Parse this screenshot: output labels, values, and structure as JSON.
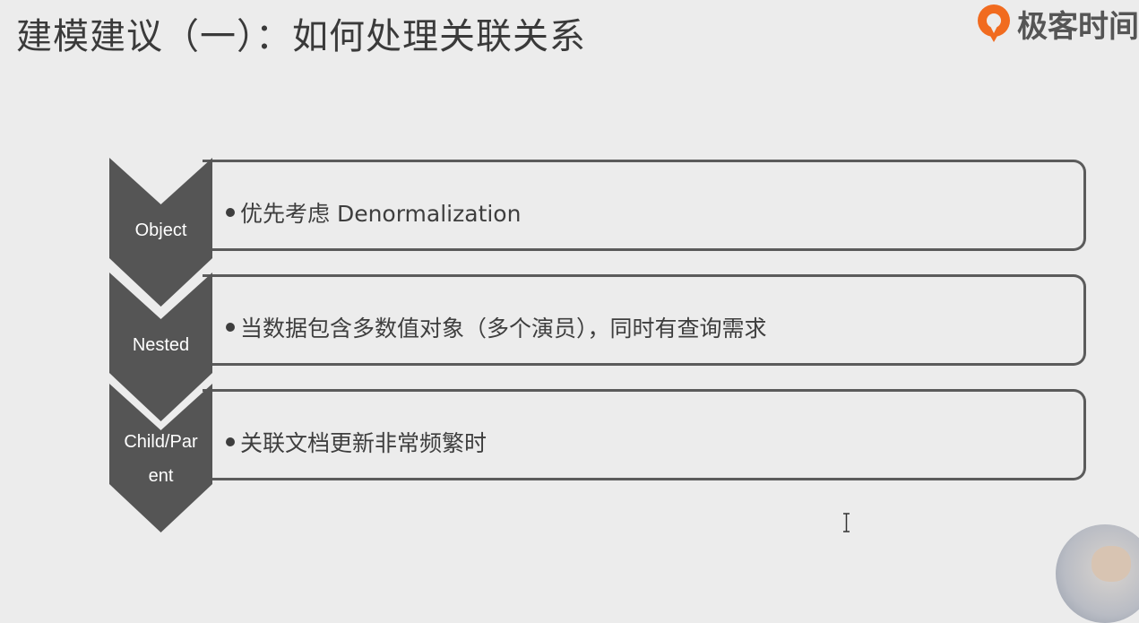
{
  "slide": {
    "title": "建模建议（一）：如何处理关联关系",
    "logo_text": "极客时间",
    "logo_icon": "geektime-logo-icon",
    "accent_color": "#f16b1f",
    "chevron_color": "#555555"
  },
  "rows": [
    {
      "label": "Object",
      "bullet": "优先考虑 Denormalization"
    },
    {
      "label": "Nested",
      "bullet": "当数据包含多数值对象（多个演员），同时有查询需求"
    },
    {
      "label_line1": "Child/Par",
      "label_line2": "ent",
      "bullet": "关联文档更新非常频繁时"
    }
  ]
}
